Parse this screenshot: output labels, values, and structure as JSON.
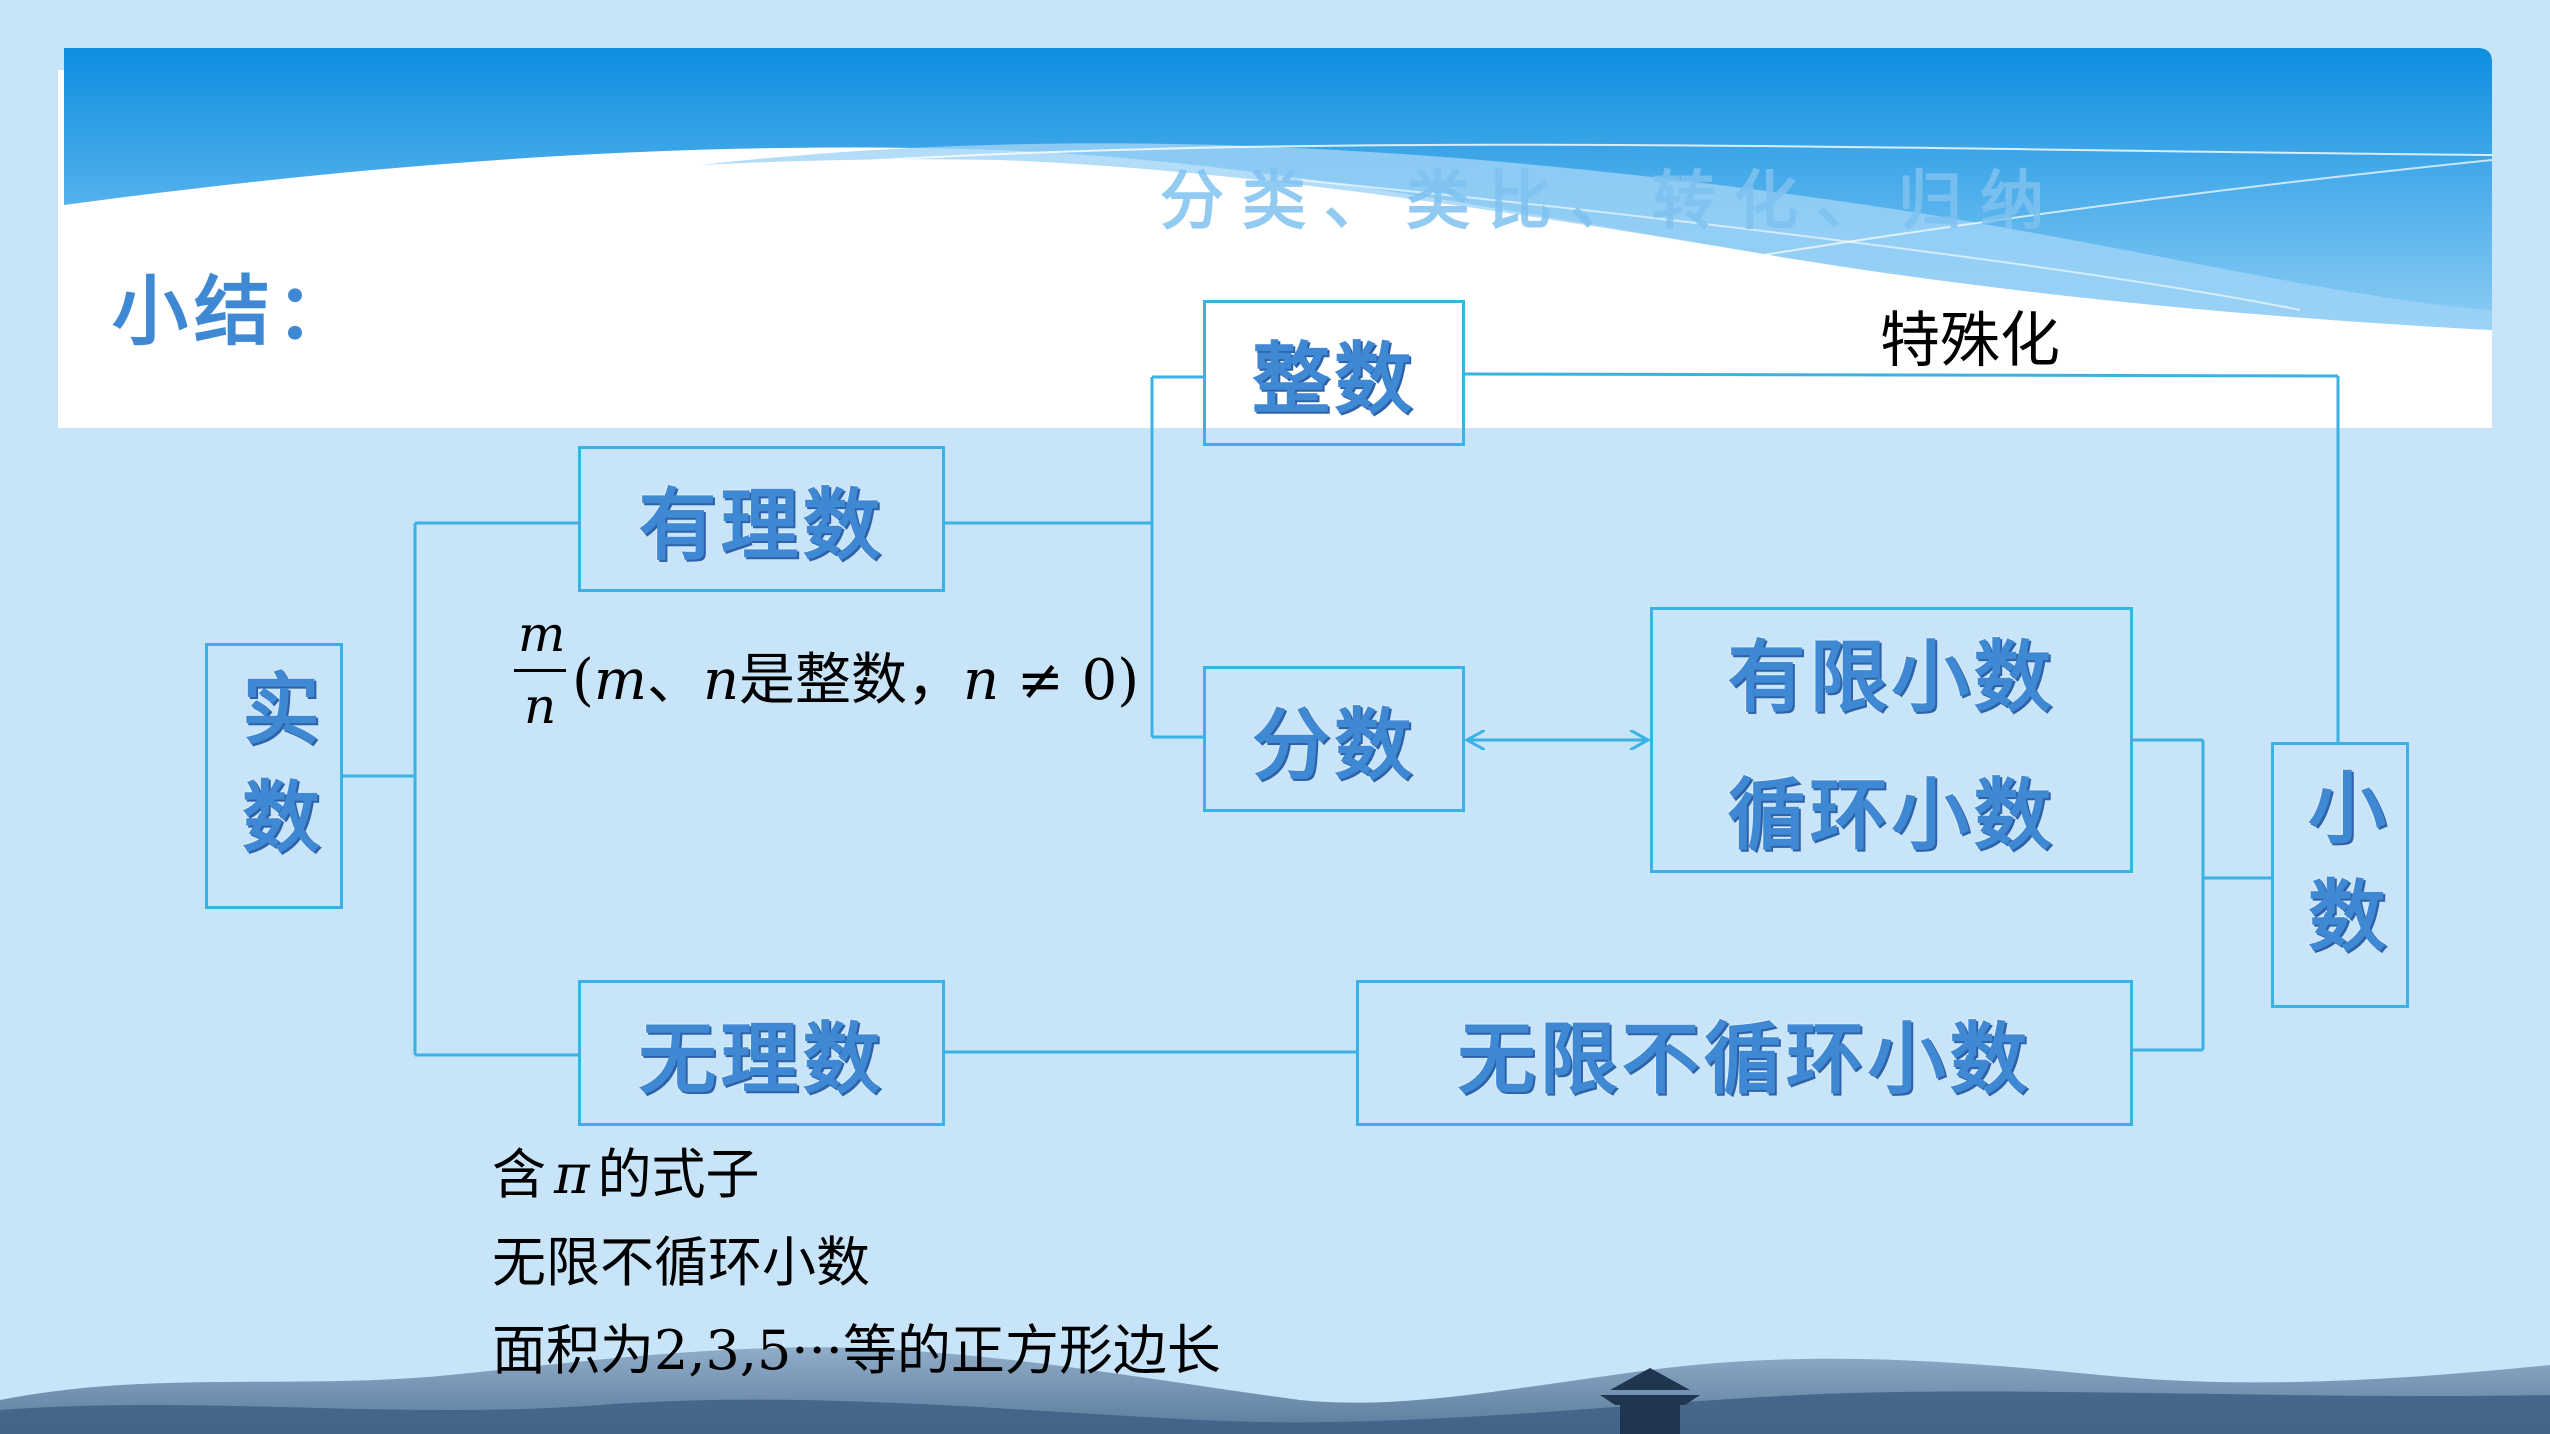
{
  "slide": {
    "heading": "小结：",
    "subtitle": "分类、类比、转化、归纳",
    "special_label": "特殊化"
  },
  "nodes": {
    "real": "实数",
    "rational": "有理数",
    "irrational": "无理数",
    "integer": "整数",
    "fraction": "分数",
    "decimal_finite": "有限小数",
    "decimal_recurring": "循环小数",
    "decimal_infinite": "无限不循环小数",
    "decimal": "小数"
  },
  "rational_note": {
    "numerator": "m",
    "denominator": "n",
    "open_paren": "(",
    "m": "m",
    "sep": "、",
    "n": "n",
    "text": "是整数，",
    "n2": "n",
    "ne": " ≠ 0)"
  },
  "irrational_notes": {
    "line1_prefix": "含",
    "line1_pi": "π",
    "line1_suffix": "的式子",
    "line2": "无限不循环小数",
    "line3": "面积为2,3,5···等的正方形边长"
  },
  "colors": {
    "background": "#c8e4f8",
    "banner_top": "#1293e2",
    "box_border": "#3ab2e6",
    "box_text": "#3f88d4"
  }
}
